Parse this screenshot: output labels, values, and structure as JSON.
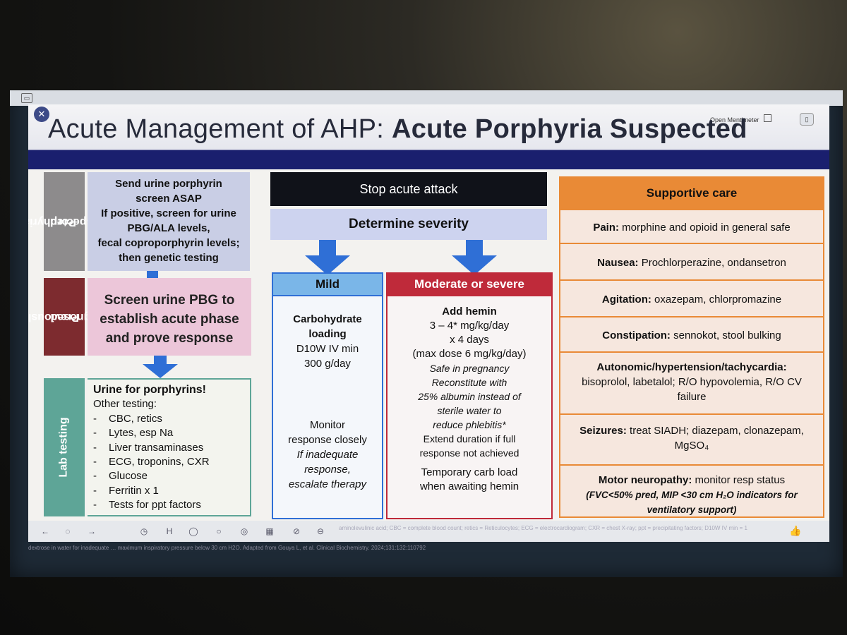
{
  "window": {
    "open_mentimeter_label": "Open Mentimeter"
  },
  "slide": {
    "title_regular": "Acute Management of AHP: ",
    "title_bold": "Acute Porphyria Suspected",
    "left": {
      "suspected_label_1": "Porphyria",
      "suspected_label_2": "suspected",
      "suspected_lines": [
        "Send urine porphyrin",
        "screen ASAP",
        "If positive, screen for urine",
        "PBG/ALA levels,",
        "fecal coproporphyrin levels;",
        "then genetic testing"
      ],
      "diagnosed_label_1": "Previously",
      "diagnosed_label_2": "diagnosed",
      "diagnosed_lines": [
        "Screen urine PBG to",
        "establish acute phase",
        "and prove response"
      ],
      "lab_label": "Lab testing",
      "lab_head": "Urine for porphyrins!",
      "lab_sub": "Other testing:",
      "lab_items": [
        "CBC, retics",
        "Lytes, esp Na",
        "Liver transaminases",
        "ECG, troponins, CXR",
        "Glucose",
        "Ferritin x 1",
        "Tests for ppt factors"
      ],
      "dash": "-"
    },
    "middle": {
      "stop": "Stop acute attack",
      "severity": "Determine severity",
      "mild_title": "Mild",
      "mild_lines_bold": [
        "Carbohydrate",
        "loading"
      ],
      "mild_lines": [
        "D10W IV min",
        "300 g/day"
      ],
      "mild_monitor": [
        "Monitor",
        "response closely"
      ],
      "mild_italic": [
        "If inadequate",
        "response,",
        "escalate therapy"
      ],
      "mod_title": "Moderate or severe",
      "mod_head": "Add hemin",
      "mod_dose": [
        "3 – 4* mg/kg/day",
        "x 4 days",
        "(max dose 6 mg/kg/day)"
      ],
      "mod_italic": [
        "Safe in pregnancy",
        "Reconstitute with",
        "25% albumin instead of",
        "sterile water to",
        "reduce phlebitis*"
      ],
      "mod_extend": [
        "Extend duration if full",
        "response not achieved"
      ],
      "mod_temp": [
        "Temporary carb load",
        "when awaiting hemin"
      ]
    },
    "right": {
      "title": "Supportive care",
      "items": [
        {
          "bold": "Pain:",
          "text": " morphine and opioid in general safe"
        },
        {
          "bold": "Nausea:",
          "text": " Prochlorperazine, ondansetron"
        },
        {
          "bold": "Agitation:",
          "text": " oxazepam, chlorpromazine"
        },
        {
          "bold": "Constipation:",
          "text": " sennokot, stool bulking"
        },
        {
          "bold": "Autonomic/hypertension/tachycardia:",
          "text": "bisoprolol, labetalol; R/O hypovolemia, R/O CV failure"
        },
        {
          "bold": "Seizures:",
          "text": " treat SIADH; diazepam, clonazepam, MgSO₄"
        },
        {
          "bold": "Motor neuropathy:",
          "text": " monitor resp status",
          "italic": "(FVC<50% pred, MIP <30 cm H₂O indicators for ventilatory support)"
        }
      ]
    },
    "footnote_1": "aminolevulinic acid; CBC = complete blood count; retics = Reticulocytes; ECG = electrocardiogram; CXR = chest X-ray; ppt = precipitating factors; D10W IV min = 1",
    "footnote_2": "dextrose in water for inadequate … maximum inspiratory pressure below 30 cm H2O. Adapted from Gouya L, et al. Clinical Biochemistry. 2024;131:132:110792"
  },
  "colors": {
    "title_band": "#1a1f6e",
    "mild": "#2f6fd6",
    "severe": "#bf2a3a",
    "supportive": "#e98a36",
    "lab": "#5ea597",
    "diagnosed": "#7d2b2f"
  }
}
